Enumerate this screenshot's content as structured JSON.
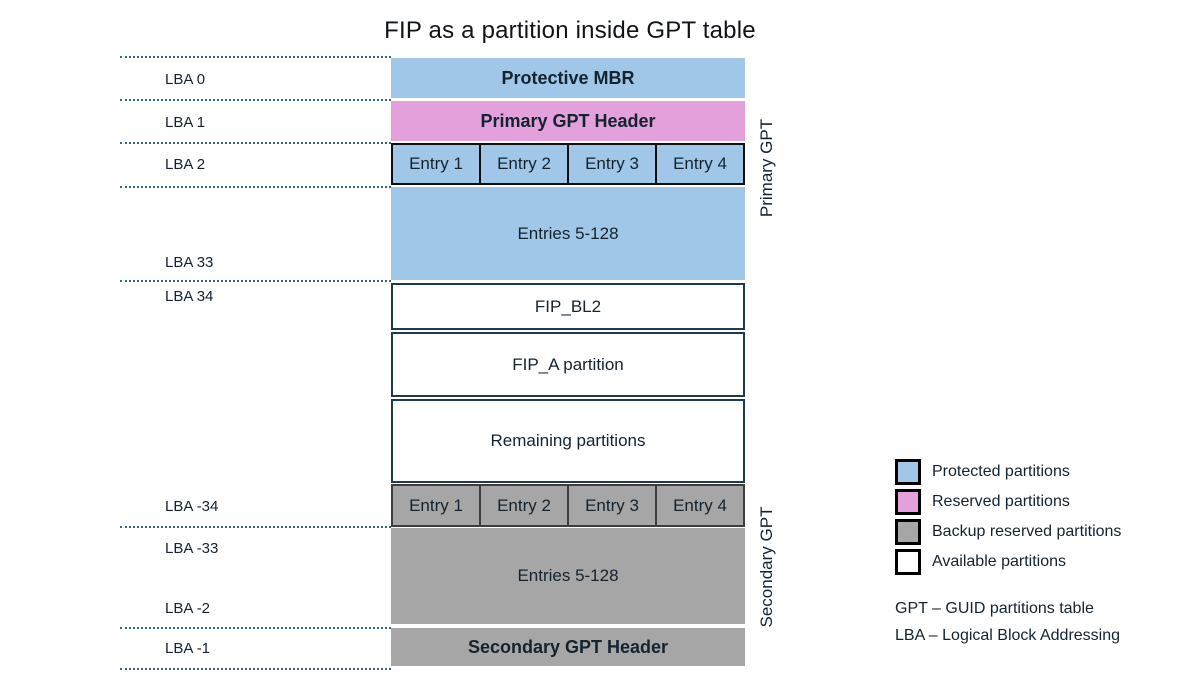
{
  "title": "FIP as a partition inside GPT table",
  "colors": {
    "protected": "#A0C6E8",
    "reserved": "#E3A0DB",
    "backup": "#A6A6A6",
    "available": "#FFFFFF",
    "dotted_line": "#31697A",
    "outline": "#1F3A4C"
  },
  "diagram": {
    "lba_labels": [
      "LBA 0",
      "LBA 1",
      "LBA 2",
      "LBA 33",
      "LBA 34",
      "LBA -34",
      "LBA -33",
      "LBA -2",
      "LBA -1"
    ],
    "primary_gpt_label": "Primary GPT",
    "secondary_gpt_label": "Secondary GPT",
    "blocks": {
      "protective_mbr": "Protective MBR",
      "primary_gpt_header": "Primary GPT Header",
      "primary_entries": [
        "Entry 1",
        "Entry 2",
        "Entry 3",
        "Entry 4"
      ],
      "primary_entries_rest": "Entries 5-128",
      "fip_bl2": "FIP_BL2",
      "fip_a_partition": "FIP_A partition",
      "remaining_partitions": "Remaining partitions",
      "secondary_entries": [
        "Entry 1",
        "Entry 2",
        "Entry 3",
        "Entry 4"
      ],
      "secondary_entries_rest": "Entries 5-128",
      "secondary_gpt_header": "Secondary GPT Header"
    }
  },
  "legend": {
    "items": [
      {
        "label": "Protected partitions",
        "color": "#A0C6E8"
      },
      {
        "label": "Reserved partitions",
        "color": "#E3A0DB"
      },
      {
        "label": "Backup reserved partitions",
        "color": "#A6A6A6"
      },
      {
        "label": "Available partitions",
        "color": "#FFFFFF"
      }
    ],
    "abbreviations": [
      "GPT – GUID partitions table",
      "LBA – Logical Block Addressing"
    ]
  }
}
